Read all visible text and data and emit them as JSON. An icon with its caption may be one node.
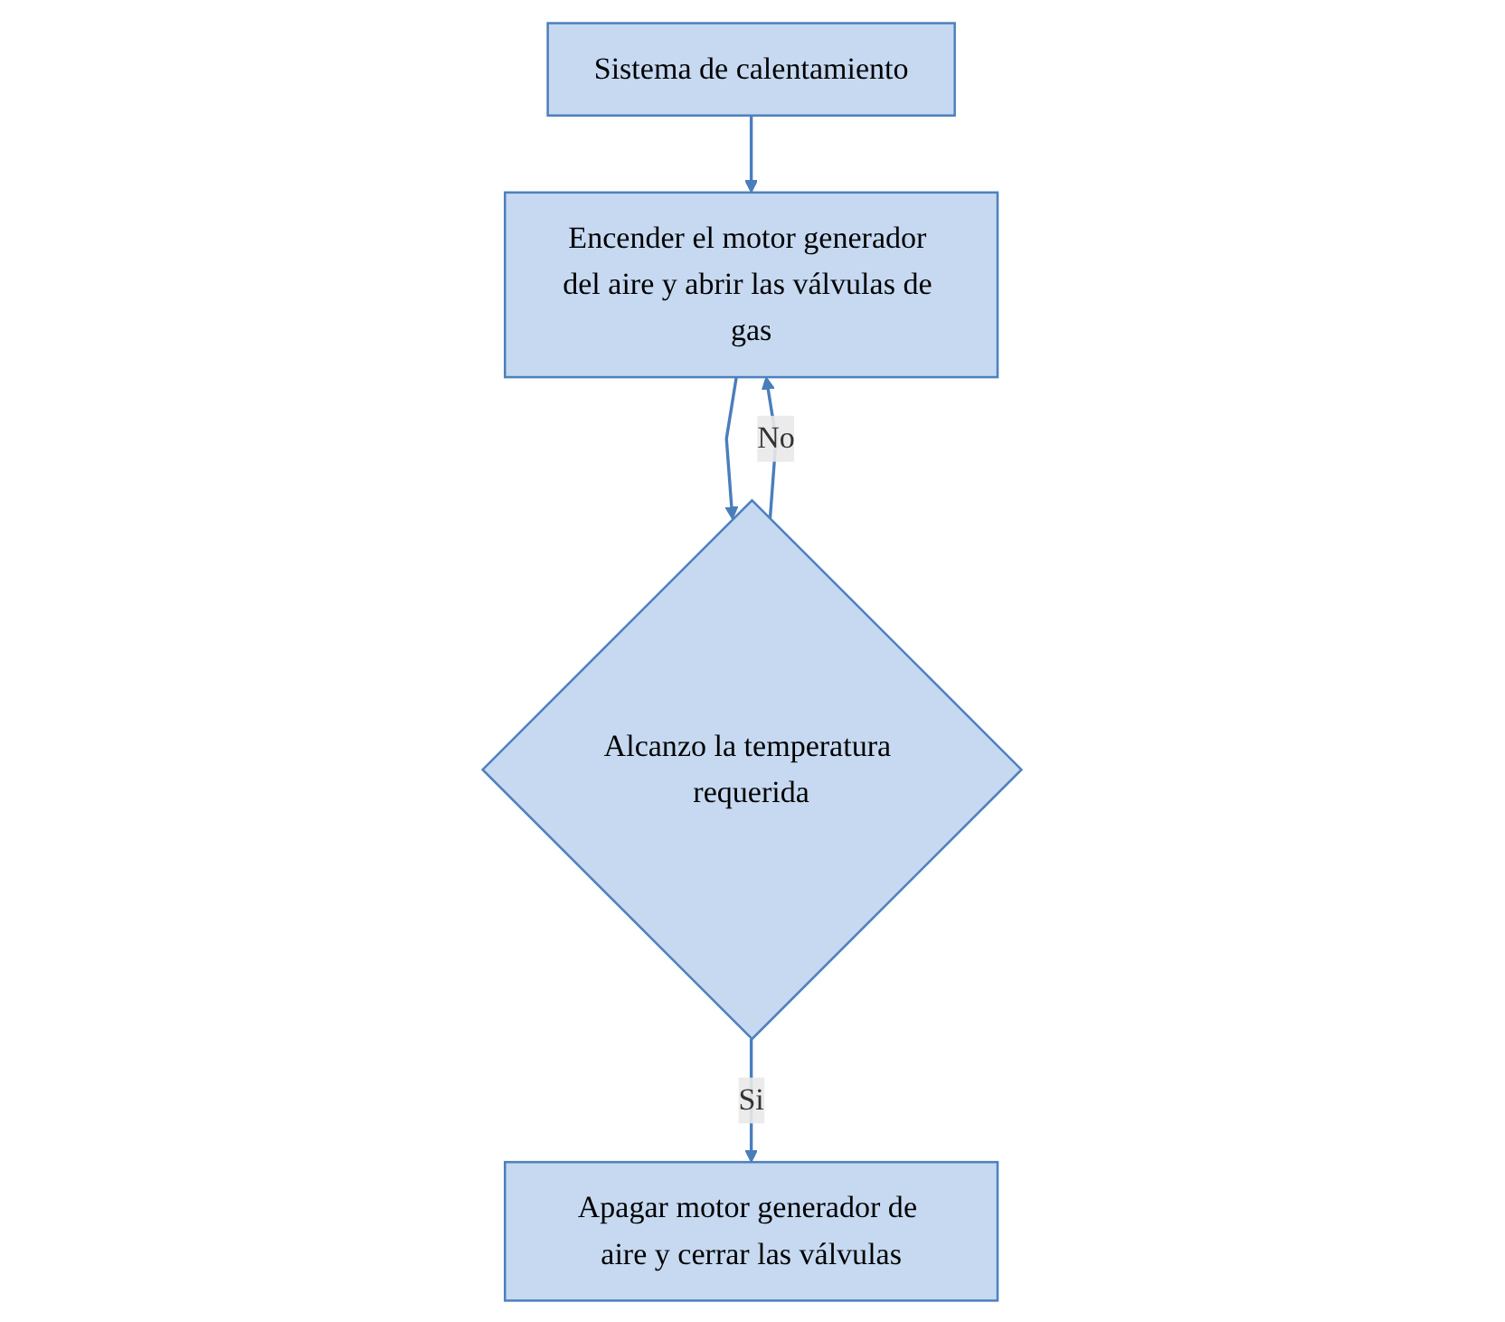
{
  "diagram": {
    "nodes": [
      {
        "text": [
          "Sistema de calentamiento"
        ]
      },
      {
        "text": [
          "Encender el motor generador del aire y abrir las válvulas de gas"
        ]
      },
      {
        "text": [
          "Alcanzo la temperatura requerida"
        ]
      },
      {
        "text": [
          "Apagar motor generador de aire y cerrar las válvulas"
        ]
      }
    ],
    "edges": [
      {
        "from": 0,
        "to": 1,
        "arrow": "to"
      },
      {
        "from": 1,
        "to": 2,
        "arrow": "to"
      },
      {
        "from": 2,
        "to": 3,
        "arrow": "to",
        "label": "Si"
      },
      {
        "from": 2,
        "to": 1,
        "arrow": "to",
        "label": "No"
      }
    ]
  }
}
